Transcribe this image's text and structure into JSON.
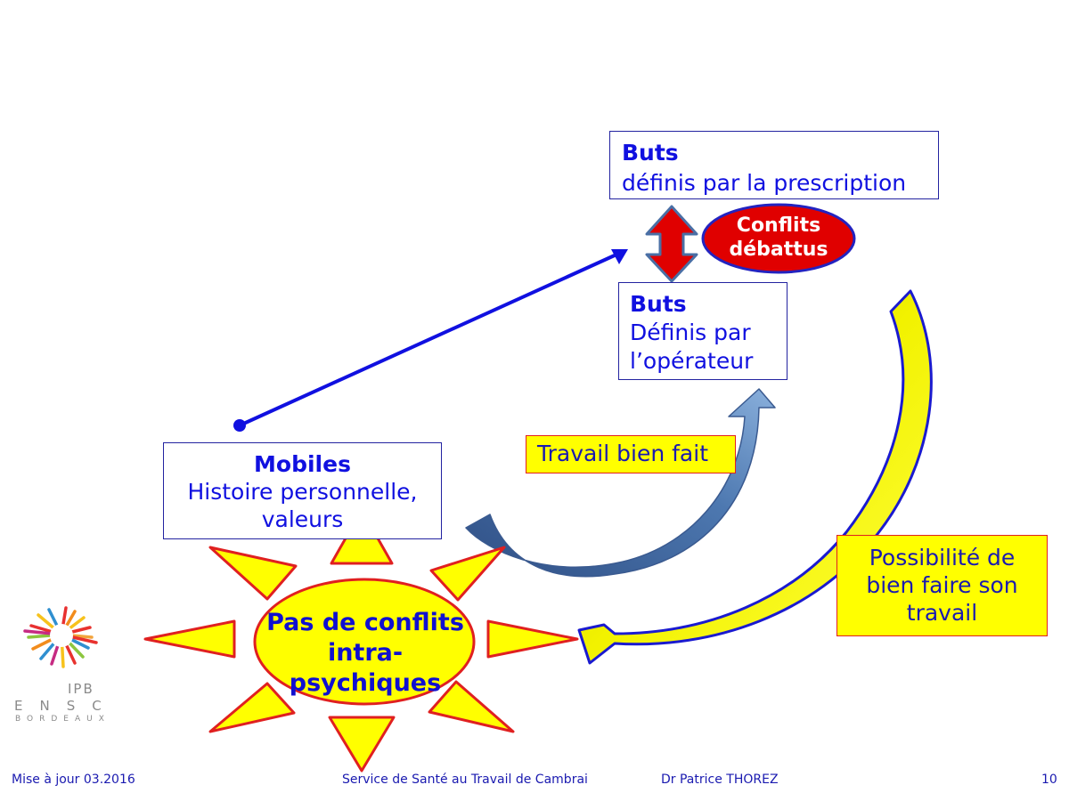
{
  "boxes": {
    "buts_prescription": {
      "title": "Buts",
      "text": "définis par la prescription"
    },
    "buts_operateur": {
      "title": "Buts",
      "line1": "Définis par",
      "line2": "l’opérateur"
    },
    "mobiles": {
      "title": "Mobiles",
      "line1": "Histoire personnelle,",
      "line2": "valeurs"
    },
    "travail_bien_fait": "Travail bien fait",
    "possibilite": {
      "line1": "Possibilité de",
      "line2": "bien faire son",
      "line3": "travail"
    }
  },
  "conflits": {
    "line1": "Conflits",
    "line2": "débattus"
  },
  "sun": {
    "line1": "Pas de conflits",
    "line2": "intra-",
    "line3": "psychiques"
  },
  "logo": {
    "ipb": "IPB",
    "ensc": "ENSC",
    "bordeaux": "BORDEAUX"
  },
  "footer": {
    "date": "Mise à jour 03.2016",
    "service": "Service de Santé au Travail de Cambrai",
    "author": "Dr Patrice THOREZ",
    "page": "10"
  },
  "colors": {
    "text_blue": "#1010e0",
    "highlight_yellow": "#ffff00",
    "border_red": "#e02020",
    "conflict_red": "#e00000",
    "arrow_steel_blue": "#4a6fa5",
    "arrow_olive": "#c8c800"
  }
}
